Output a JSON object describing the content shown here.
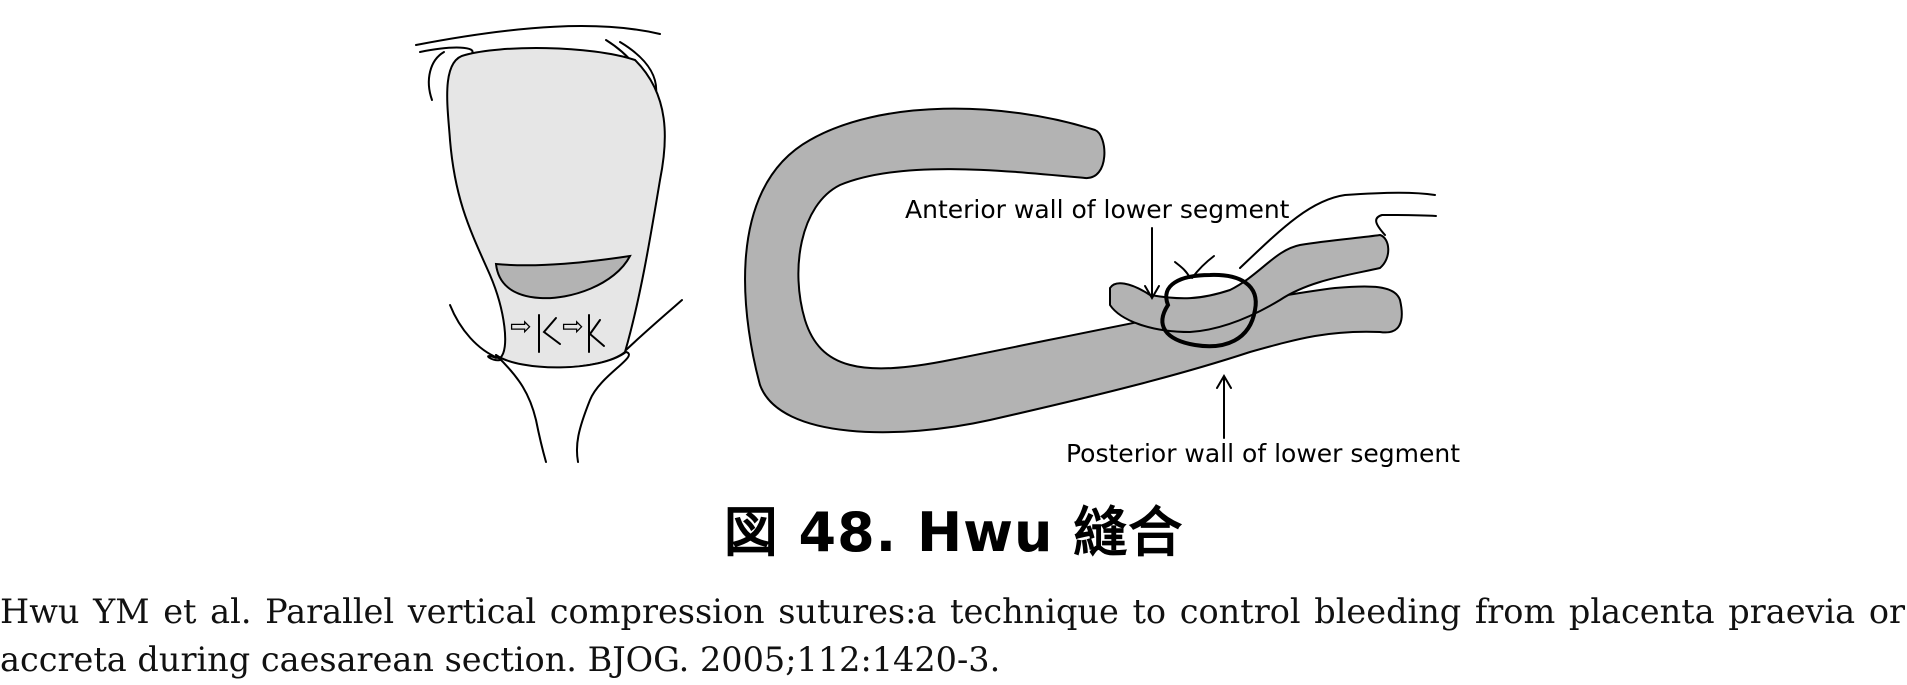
{
  "figure": {
    "left_panel": {
      "name": "uterus-front-view",
      "fill": "#e6e6e6",
      "accent_fill": "#b3b3b3"
    },
    "right_panel": {
      "name": "lower-segment-sagittal-view",
      "fill": "#b3b3b3",
      "labels": {
        "anterior": "Anterior wall of lower segment",
        "posterior": "Posterior wall of lower segment"
      }
    }
  },
  "caption": {
    "title": "図 48.  Hwu 縫合",
    "reference_line1": "Hwu YM et al. Parallel vertical compression sutures:a technique to control bleeding from placenta praevia or",
    "reference_line2": "accreta during caesarean section. BJOG. 2005;112:1420-3."
  }
}
